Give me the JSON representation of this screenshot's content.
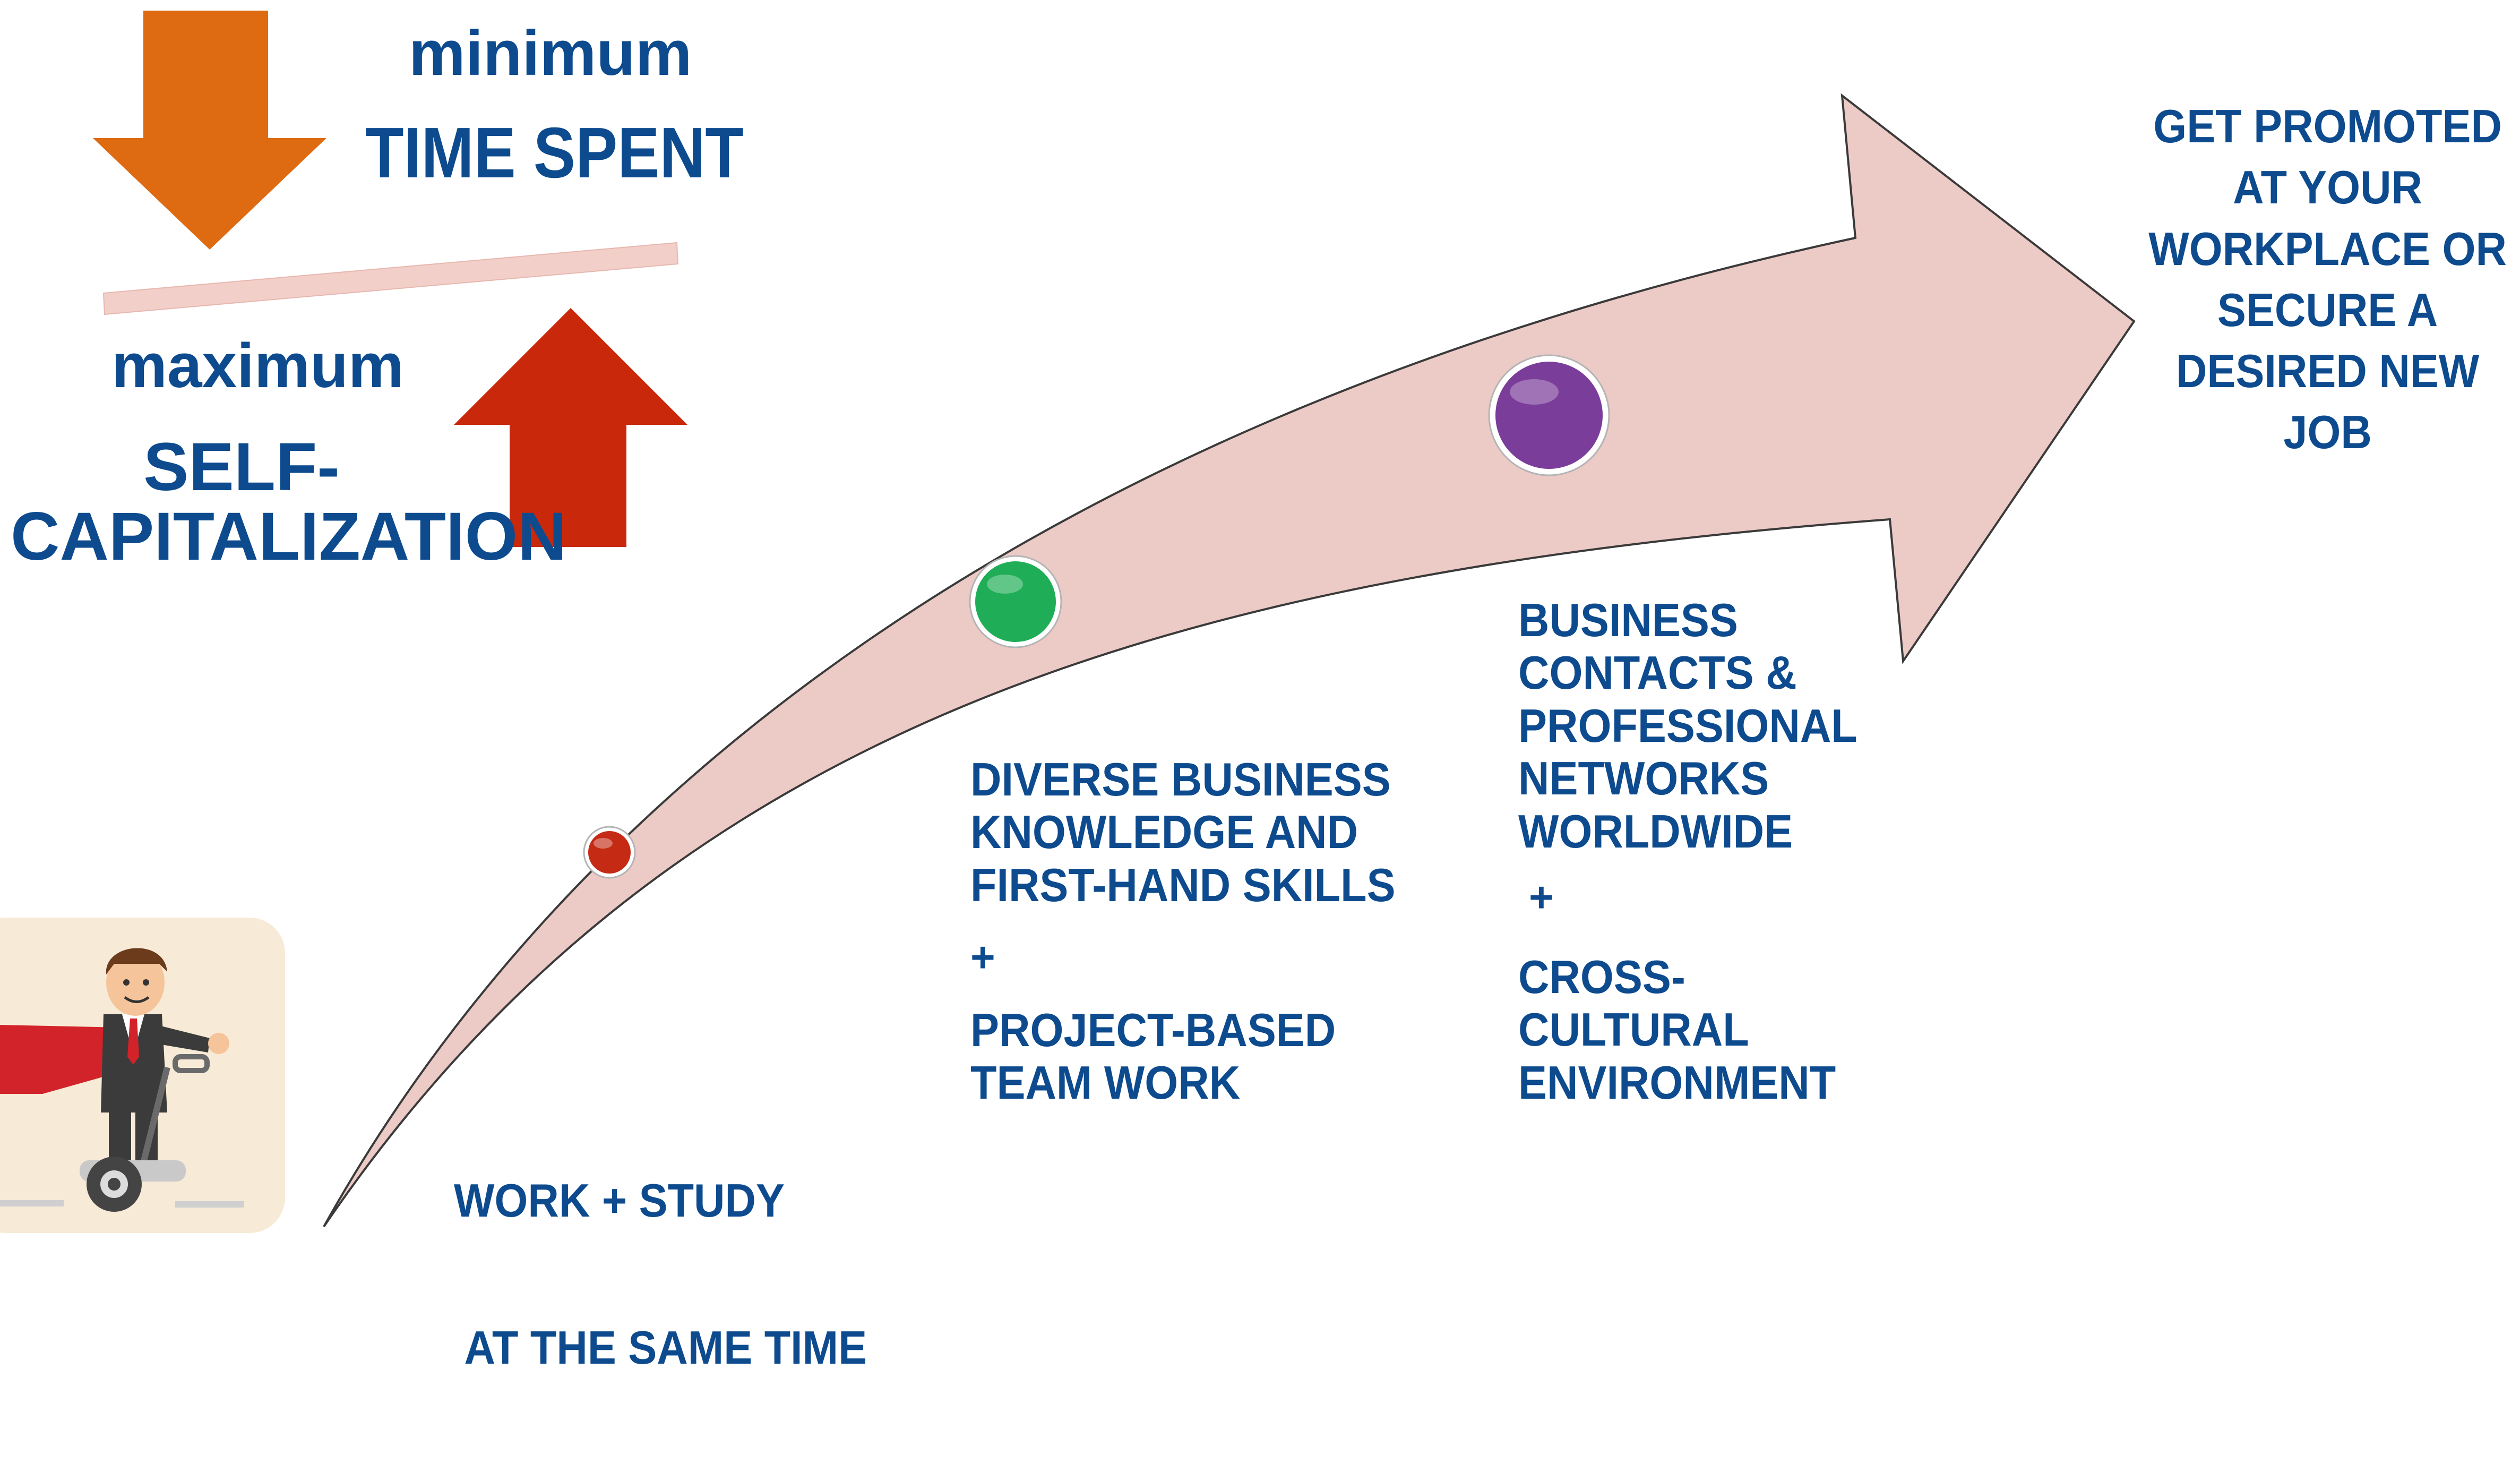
{
  "colors": {
    "text": "#0d4b8e",
    "arrow_fill": "#eccac6",
    "down_arrow": "#de6a12",
    "up_arrow": "#c9280b",
    "seesaw_bar": "#f3cfc9",
    "milestone_1": "#c42a14",
    "milestone_2": "#1fae57",
    "milestone_3": "#7a3d9a"
  },
  "top_left": {
    "minimum_label": "minimum",
    "time_spent_label": "TIME SPENT",
    "maximum_label": "maximum",
    "self_capitalization_lines": [
      "SELF-",
      "CAPITALIZATION"
    ]
  },
  "goal": {
    "lines": [
      "GET PROMOTED",
      "AT YOUR",
      "WORKPLACE OR",
      "SECURE A",
      "DESIRED NEW",
      "JOB"
    ]
  },
  "milestones": [
    {
      "icon": "red-dot",
      "lines": [
        "WORK + STUDY",
        " AT THE SAME TIME"
      ]
    },
    {
      "icon": "green-dot",
      "lines_a": [
        "DIVERSE BUSINESS",
        "KNOWLEDGE AND",
        "FIRST-HAND SKILLS"
      ],
      "plus": "+",
      "lines_b": [
        "PROJECT-BASED",
        "TEAM WORK"
      ]
    },
    {
      "icon": "purple-dot",
      "lines_a": [
        "BUSINESS",
        "CONTACTS &",
        "PROFESSIONAL",
        "NETWORKS",
        "WORLDWIDE"
      ],
      "plus": "+",
      "lines_b": [
        "CROSS-",
        "CULTURAL",
        "ENVIRONMENT"
      ]
    }
  ],
  "illustration": {
    "icon": "businessman-on-segway-with-cape"
  }
}
